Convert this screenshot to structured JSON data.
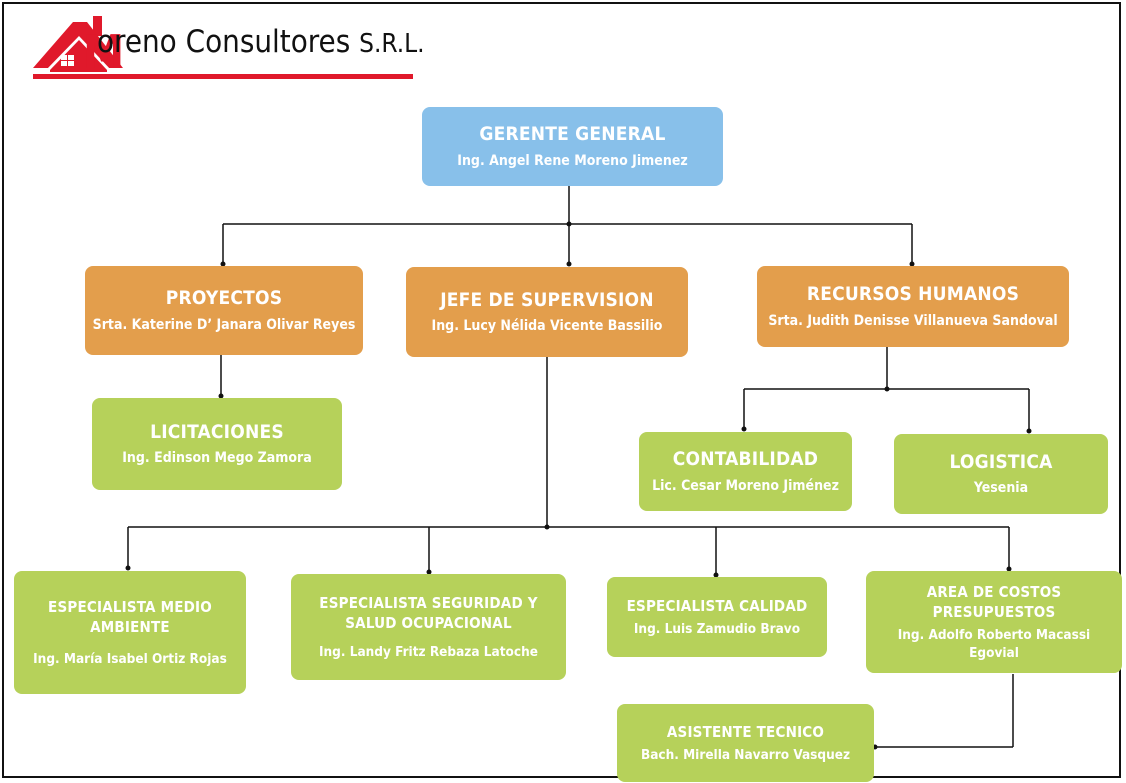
{
  "company": {
    "name_initial": "M",
    "name_rest": "oreno Consultores",
    "suffix": "S.R.L.",
    "logo_icon": "house-icon",
    "brand_color": "#e0192b"
  },
  "colors": {
    "top": "#88c0ea",
    "management": "#e39e4c",
    "staff": "#b6d15a"
  },
  "nodes": {
    "gerente": {
      "title": "GERENTE GENERAL",
      "person": "Ing. Angel Rene Moreno Jimenez"
    },
    "proyectos": {
      "title": "PROYECTOS",
      "person": "Srta. Katerine D’ Janara Olivar Reyes"
    },
    "supervision": {
      "title": "JEFE DE SUPERVISION",
      "person": "Ing. Lucy Nélida Vicente Bassilio"
    },
    "rrhh": {
      "title": "RECURSOS HUMANOS",
      "person": "Srta. Judith Denisse Villanueva Sandoval"
    },
    "licitaciones": {
      "title": "LICITACIONES",
      "person": "Ing. Edinson Mego Zamora"
    },
    "contabilidad": {
      "title": "CONTABILIDAD",
      "person": "Lic. Cesar Moreno Jiménez"
    },
    "logistica": {
      "title": "LOGISTICA",
      "person": "Yesenia"
    },
    "medio_ambiente": {
      "title": "ESPECIALISTA MEDIO AMBIENTE",
      "person": "Ing. María Isabel Ortiz Rojas"
    },
    "seguridad": {
      "title": "ESPECIALISTA SEGURIDAD Y SALUD OCUPACIONAL",
      "person": "Ing. Landy Fritz Rebaza Latoche"
    },
    "calidad": {
      "title": "ESPECIALISTA CALIDAD",
      "person": "Ing. Luis Zamudio Bravo"
    },
    "costos": {
      "title": "AREA DE COSTOS PRESUPUESTOS",
      "person": "Ing. Adolfo Roberto Macassi Egovial"
    },
    "asistente": {
      "title": "ASISTENTE TECNICO",
      "person": "Bach. Mirella Navarro Vasquez"
    }
  },
  "edges": [
    [
      "gerente",
      "proyectos"
    ],
    [
      "gerente",
      "supervision"
    ],
    [
      "gerente",
      "rrhh"
    ],
    [
      "proyectos",
      "licitaciones"
    ],
    [
      "rrhh",
      "contabilidad"
    ],
    [
      "rrhh",
      "logistica"
    ],
    [
      "supervision",
      "medio_ambiente"
    ],
    [
      "supervision",
      "seguridad"
    ],
    [
      "supervision",
      "calidad"
    ],
    [
      "supervision",
      "costos"
    ],
    [
      "costos",
      "asistente"
    ]
  ]
}
